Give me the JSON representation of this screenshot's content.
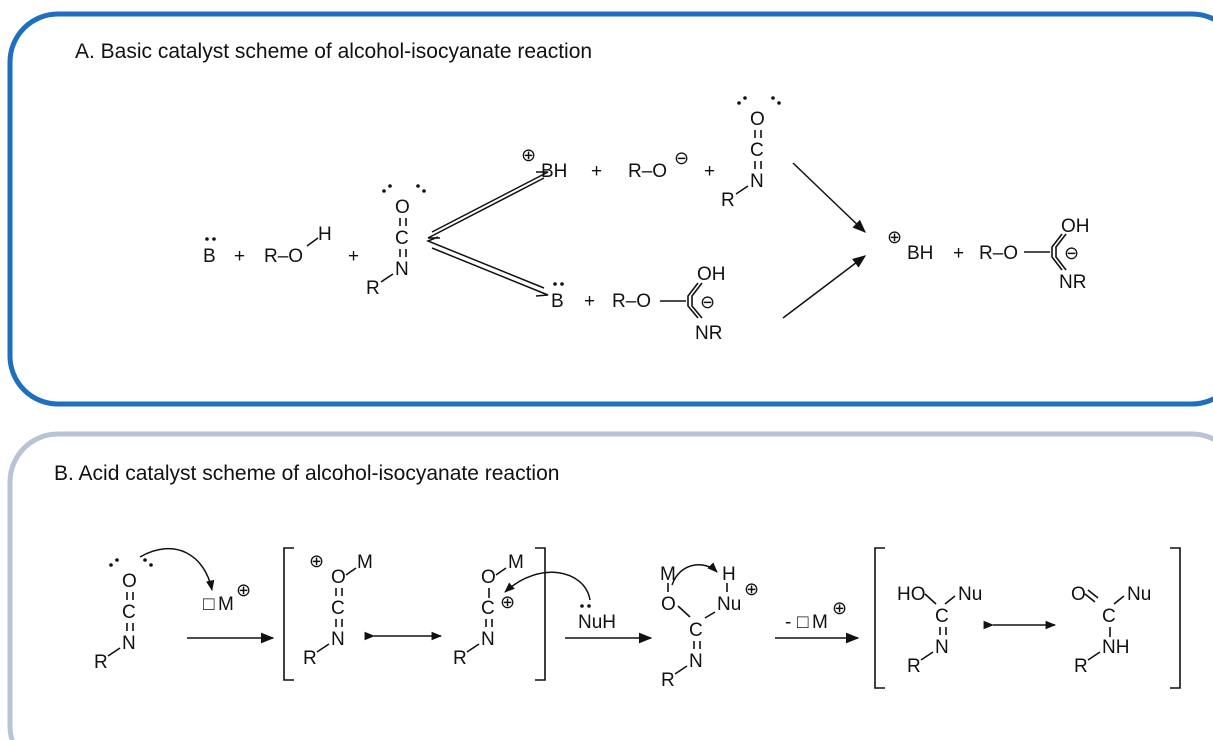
{
  "panel_a": {
    "title": "A. Basic catalyst scheme of alcohol-isocyanate reaction",
    "frame_color": "#1f6fc1"
  },
  "panel_b": {
    "title": "B. Acid catalyst scheme of alcohol-isocyanate reaction",
    "frame_color": "#b9c3d3"
  },
  "atoms": {
    "B": "B",
    "BH": "BH",
    "R": "R",
    "O": "O",
    "C": "C",
    "N": "N",
    "H": "H",
    "M": "M",
    "OH": "OH",
    "NR": "NR",
    "HO": "HO",
    "Nu": "Nu",
    "NH": "NH",
    "NuH": "NuH",
    "R_O": "R–O",
    "plus": "+",
    "minus_M": "- ",
    "plus_charge": "⊕",
    "minus_charge": "⊖",
    "vacant": "□"
  }
}
